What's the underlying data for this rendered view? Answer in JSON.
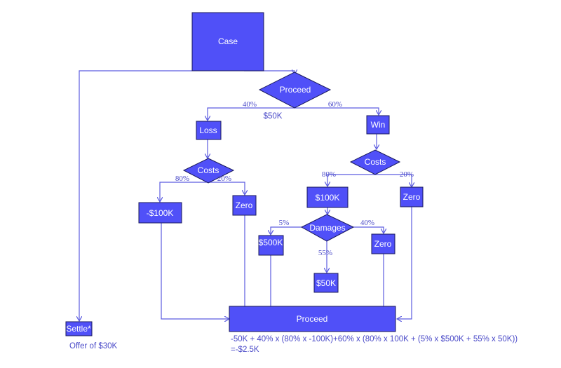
{
  "nodes": {
    "case": "Case",
    "proceed_decision": "Proceed",
    "loss": "Loss",
    "win": "Win",
    "costs_loss": "Costs",
    "costs_win": "Costs",
    "loss_costs_100k": "-$100K",
    "loss_costs_zero": "Zero",
    "win_costs_100k": "$100K",
    "win_costs_zero": "Zero",
    "damages": "Damages",
    "damages_500k": "$500K",
    "damages_50k": "$50K",
    "damages_zero": "Zero",
    "settle": "Settle*",
    "proceed_result": "Proceed"
  },
  "edge_labels": {
    "loss_prob": "40%",
    "win_prob": "60%",
    "stake": "$50K",
    "loss_costs_80": "80%",
    "loss_costs_20": "20%",
    "win_costs_80": "80%",
    "win_costs_20": "20%",
    "damages_5": "5%",
    "damages_40": "40%",
    "damages_55": "55%"
  },
  "notes": {
    "settle_offer": "Offer of $30K",
    "formula_line1": "-50K + 40% x (80% x -100K)+60% x (80% x 100K + (5% x $500K + 55% x 50K))",
    "formula_line2": "=-$2.5K"
  },
  "colors": {
    "node_fill": "#5050f8",
    "node_border": "#1a1a5a",
    "edge": "#5c5ce0",
    "label_text": "#4a4ac8"
  }
}
